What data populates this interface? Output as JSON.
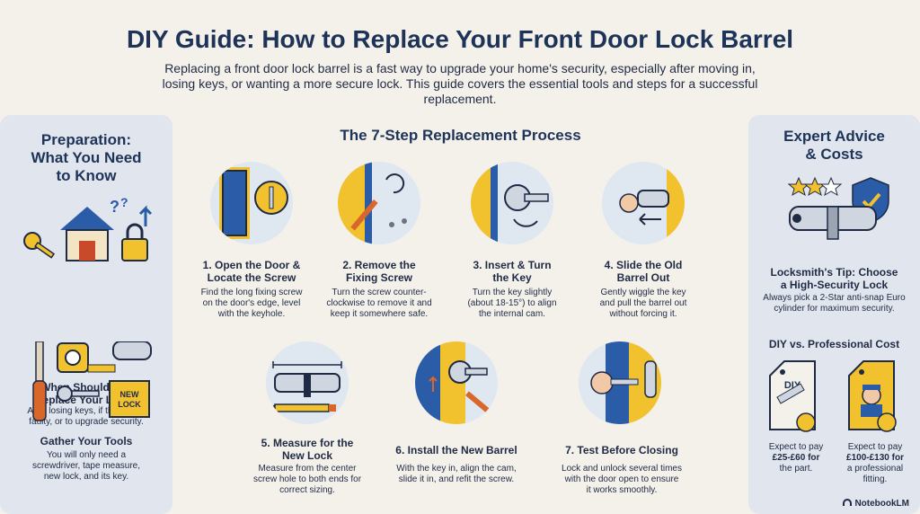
{
  "title": "DIY Guide: How to Replace Your Front Door Lock Barrel",
  "subtitle": "Replacing a front door lock barrel is a fast way to upgrade your home's security, especially after moving in, losing keys, or wanting a more secure lock. This guide covers the essential tools and steps for a successful replacement.",
  "preparation": {
    "heading_line1": "Preparation:",
    "heading_line2": "What You Need",
    "heading_line3": "to Know",
    "when": {
      "title_line1": "When Should You",
      "title_line2": "Replace Your Lock?",
      "desc_line1": "After losing keys, if the lock is",
      "desc_line2": "faulty, or to upgrade security."
    },
    "tools": {
      "title": "Gather Your Tools",
      "desc_line1": "You will only need a",
      "desc_line2": "screwdriver, tape measure,",
      "desc_line3": "new lock, and its key.",
      "box_label_line1": "NEW",
      "box_label_line2": "LOCK"
    }
  },
  "process": {
    "title": "The 7-Step Replacement Process",
    "steps": [
      {
        "title_line1": "1. Open the Door &",
        "title_line2": "Locate the Screw",
        "desc_line1": "Find the long fixing screw",
        "desc_line2": "on the door's edge, level",
        "desc_line3": "with the keyhole."
      },
      {
        "title_line1": "2. Remove the",
        "title_line2": "Fixing Screw",
        "desc_line1": "Turn the screw counter-",
        "desc_line2": "clockwise to remove it and",
        "desc_line3": "keep it somewhere safe."
      },
      {
        "title_line1": "3. Insert & Turn",
        "title_line2": "the Key",
        "desc_line1": "Turn the key slightly",
        "desc_line2": "(about 18-15°) to align",
        "desc_line3": "the internal cam."
      },
      {
        "title_line1": "4. Slide the Old",
        "title_line2": "Barrel Out",
        "desc_line1": "Gently wiggle the key",
        "desc_line2": "and pull the barrel out",
        "desc_line3": "without forcing it."
      },
      {
        "title_line1": "5. Measure for the",
        "title_line2": "New Lock",
        "desc_line1": "Measure from the center",
        "desc_line2": "screw hole to both ends for",
        "desc_line3": "correct sizing."
      },
      {
        "title_line1": "6. Install the New Barrel",
        "title_line2": "",
        "desc_line1": "With the key in, align the cam,",
        "desc_line2": "slide it in, and refit the screw.",
        "desc_line3": ""
      },
      {
        "title_line1": "7. Test Before Closing",
        "title_line2": "",
        "desc_line1": "Lock and unlock several times",
        "desc_line2": "with the door open to ensure",
        "desc_line3": "it works smoothly."
      }
    ]
  },
  "expert": {
    "heading_line1": "Expert Advice",
    "heading_line2": "& Costs",
    "tip": {
      "title_line1": "Locksmith's Tip: Choose",
      "title_line2": "a High-Security Lock",
      "desc_line1": "Always pick a 2-Star anti-snap Euro",
      "desc_line2": "cylinder for maximum security."
    },
    "cost": {
      "title": "DIY vs. Professional Cost",
      "diy_tag": "DIY",
      "diy_line1": "Expect to pay",
      "diy_line2": "£25-£60 for",
      "diy_line3": "the part.",
      "pro_line1": "Expect to pay",
      "pro_line2": "£100-£130 for",
      "pro_line3": "a professional",
      "pro_line4": "fitting."
    }
  },
  "brand": "NotebookLM",
  "colors": {
    "navy": "#1e3358",
    "yellow": "#f2c12e",
    "blue": "#2a5ca8",
    "panel": "#e1e6ee",
    "orange": "#d9672a"
  }
}
